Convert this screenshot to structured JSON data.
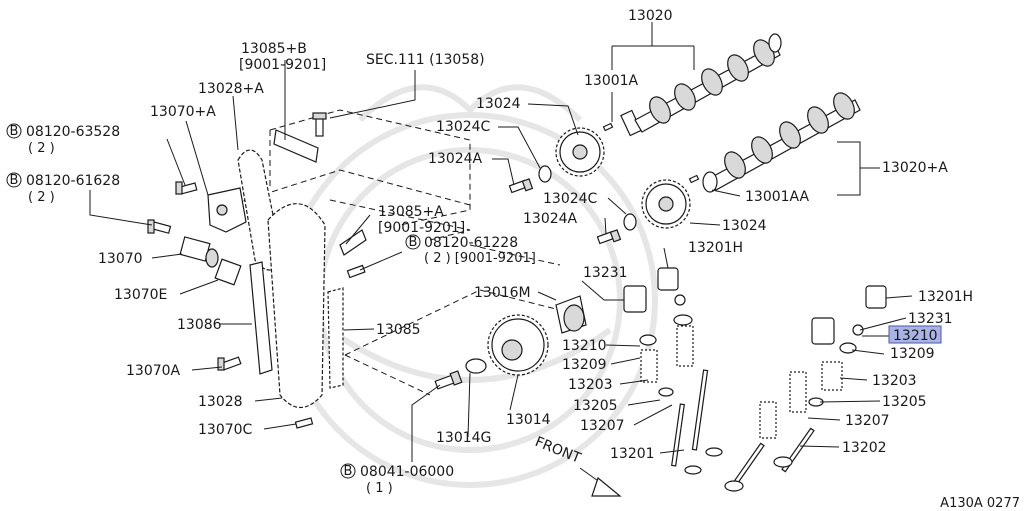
{
  "labels": {
    "p13020": "13020",
    "p13085b": "13085+B",
    "p13085b_range": "[9001-9201]",
    "sec111": "SEC.111 (13058)",
    "p13028a": "13028+A",
    "p13001a": "13001A",
    "p13070a": "13070+A",
    "b63528": "08120-63528",
    "b63528_qty": "( 2 )",
    "p13024_top": "13024",
    "p13024c_top": "13024C",
    "p13024a_top": "13024A",
    "b61628": "08120-61628",
    "b61628_qty": "( 2 )",
    "p13020a": "13020+A",
    "p13001aa": "13001AA",
    "p13024c_mid": "13024C",
    "p13085a": "13085+A",
    "p13085a_range": "[9001-9201]",
    "p13024a_mid": "13024A",
    "p13024_mid": "13024",
    "b61228": "08120-61228",
    "b61228_qty": "( 2 ) [9001-9201]",
    "p13201h_left": "13201H",
    "p13070": "13070",
    "p13231_left": "13231",
    "p13070e": "13070E",
    "p13016m": "13016M",
    "p13201h_right": "13201H",
    "p13231_right": "13231",
    "p13086": "13086",
    "p13085": "13085",
    "p13210_left": "13210",
    "p13210_right": "13210",
    "p13209_left": "13209",
    "p13209_right": "13209",
    "p13070a_lower": "13070A",
    "p13203_left": "13203",
    "p13203_right": "13203",
    "p13028": "13028",
    "p13014": "13014",
    "p13205_left": "13205",
    "p13205_right": "13205",
    "p13207_left": "13207",
    "p13207_right": "13207",
    "p13070c": "13070C",
    "p13014g": "13014G",
    "p13202": "13202",
    "p13201": "13201",
    "b06000": "08041-06000",
    "b06000_qty": "( 1 )",
    "front": "FRONT",
    "code": "A130A 0277",
    "bolt_mark": "B"
  },
  "colors": {
    "line": "#1a1a1a",
    "highlight": "#a9b3e6",
    "watermark": "#e6e6e6"
  }
}
